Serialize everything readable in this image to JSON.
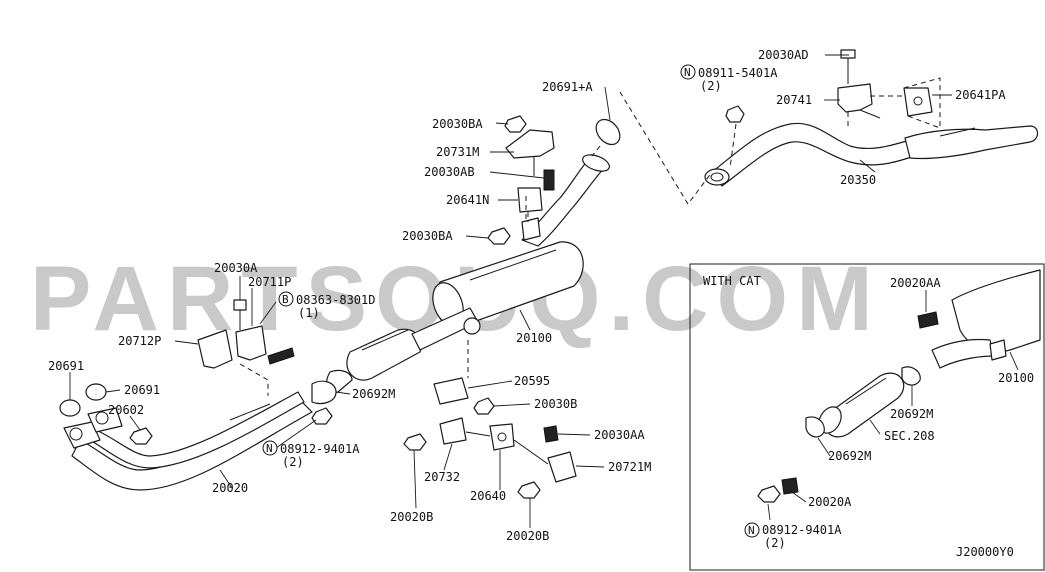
{
  "watermark": "PARTSOUQ.COM",
  "diagram_code": "J20000Y0",
  "inset": {
    "title": "WITH CAT"
  },
  "labels": {
    "p20030ad": "20030AD",
    "p08911_5401a": "08911-5401A",
    "p08911_qty": "(2)",
    "p20641pa": "20641PA",
    "p20741": "20741",
    "p20350": "20350",
    "p20691_a": "20691+A",
    "p20030ba_top": "20030BA",
    "p20731m": "20731M",
    "p20030ab": "20030AB",
    "p20641n": "20641N",
    "p20030ba_mid": "20030BA",
    "p20100": "20100",
    "p20030a": "20030A",
    "p20711p": "20711P",
    "p08363_8301d": "08363-8301D",
    "p08363_qty": "(1)",
    "p20712p": "20712P",
    "p20691_1": "20691",
    "p20691_2": "20691",
    "p20602": "20602",
    "p20692m": "20692M",
    "p08912_9401a": "08912-9401A",
    "p08912_qty": "(2)",
    "p20020": "20020",
    "p20595": "20595",
    "p20030b": "20030B",
    "p20030aa": "20030AA",
    "p20732": "20732",
    "p20721m": "20721M",
    "p20020b_1": "20020B",
    "p20640": "20640",
    "p20020b_2": "20020B",
    "c20020aa": "20020AA",
    "c20100": "20100",
    "c20692m_1": "20692M",
    "csec208": "SEC.208",
    "c20692m_2": "20692M",
    "c20020a": "20020A",
    "c08912_9401a": "08912-9401A",
    "c08912_qty": "(2)"
  },
  "badges": {
    "n_symbol": "N",
    "b_symbol": "B"
  }
}
